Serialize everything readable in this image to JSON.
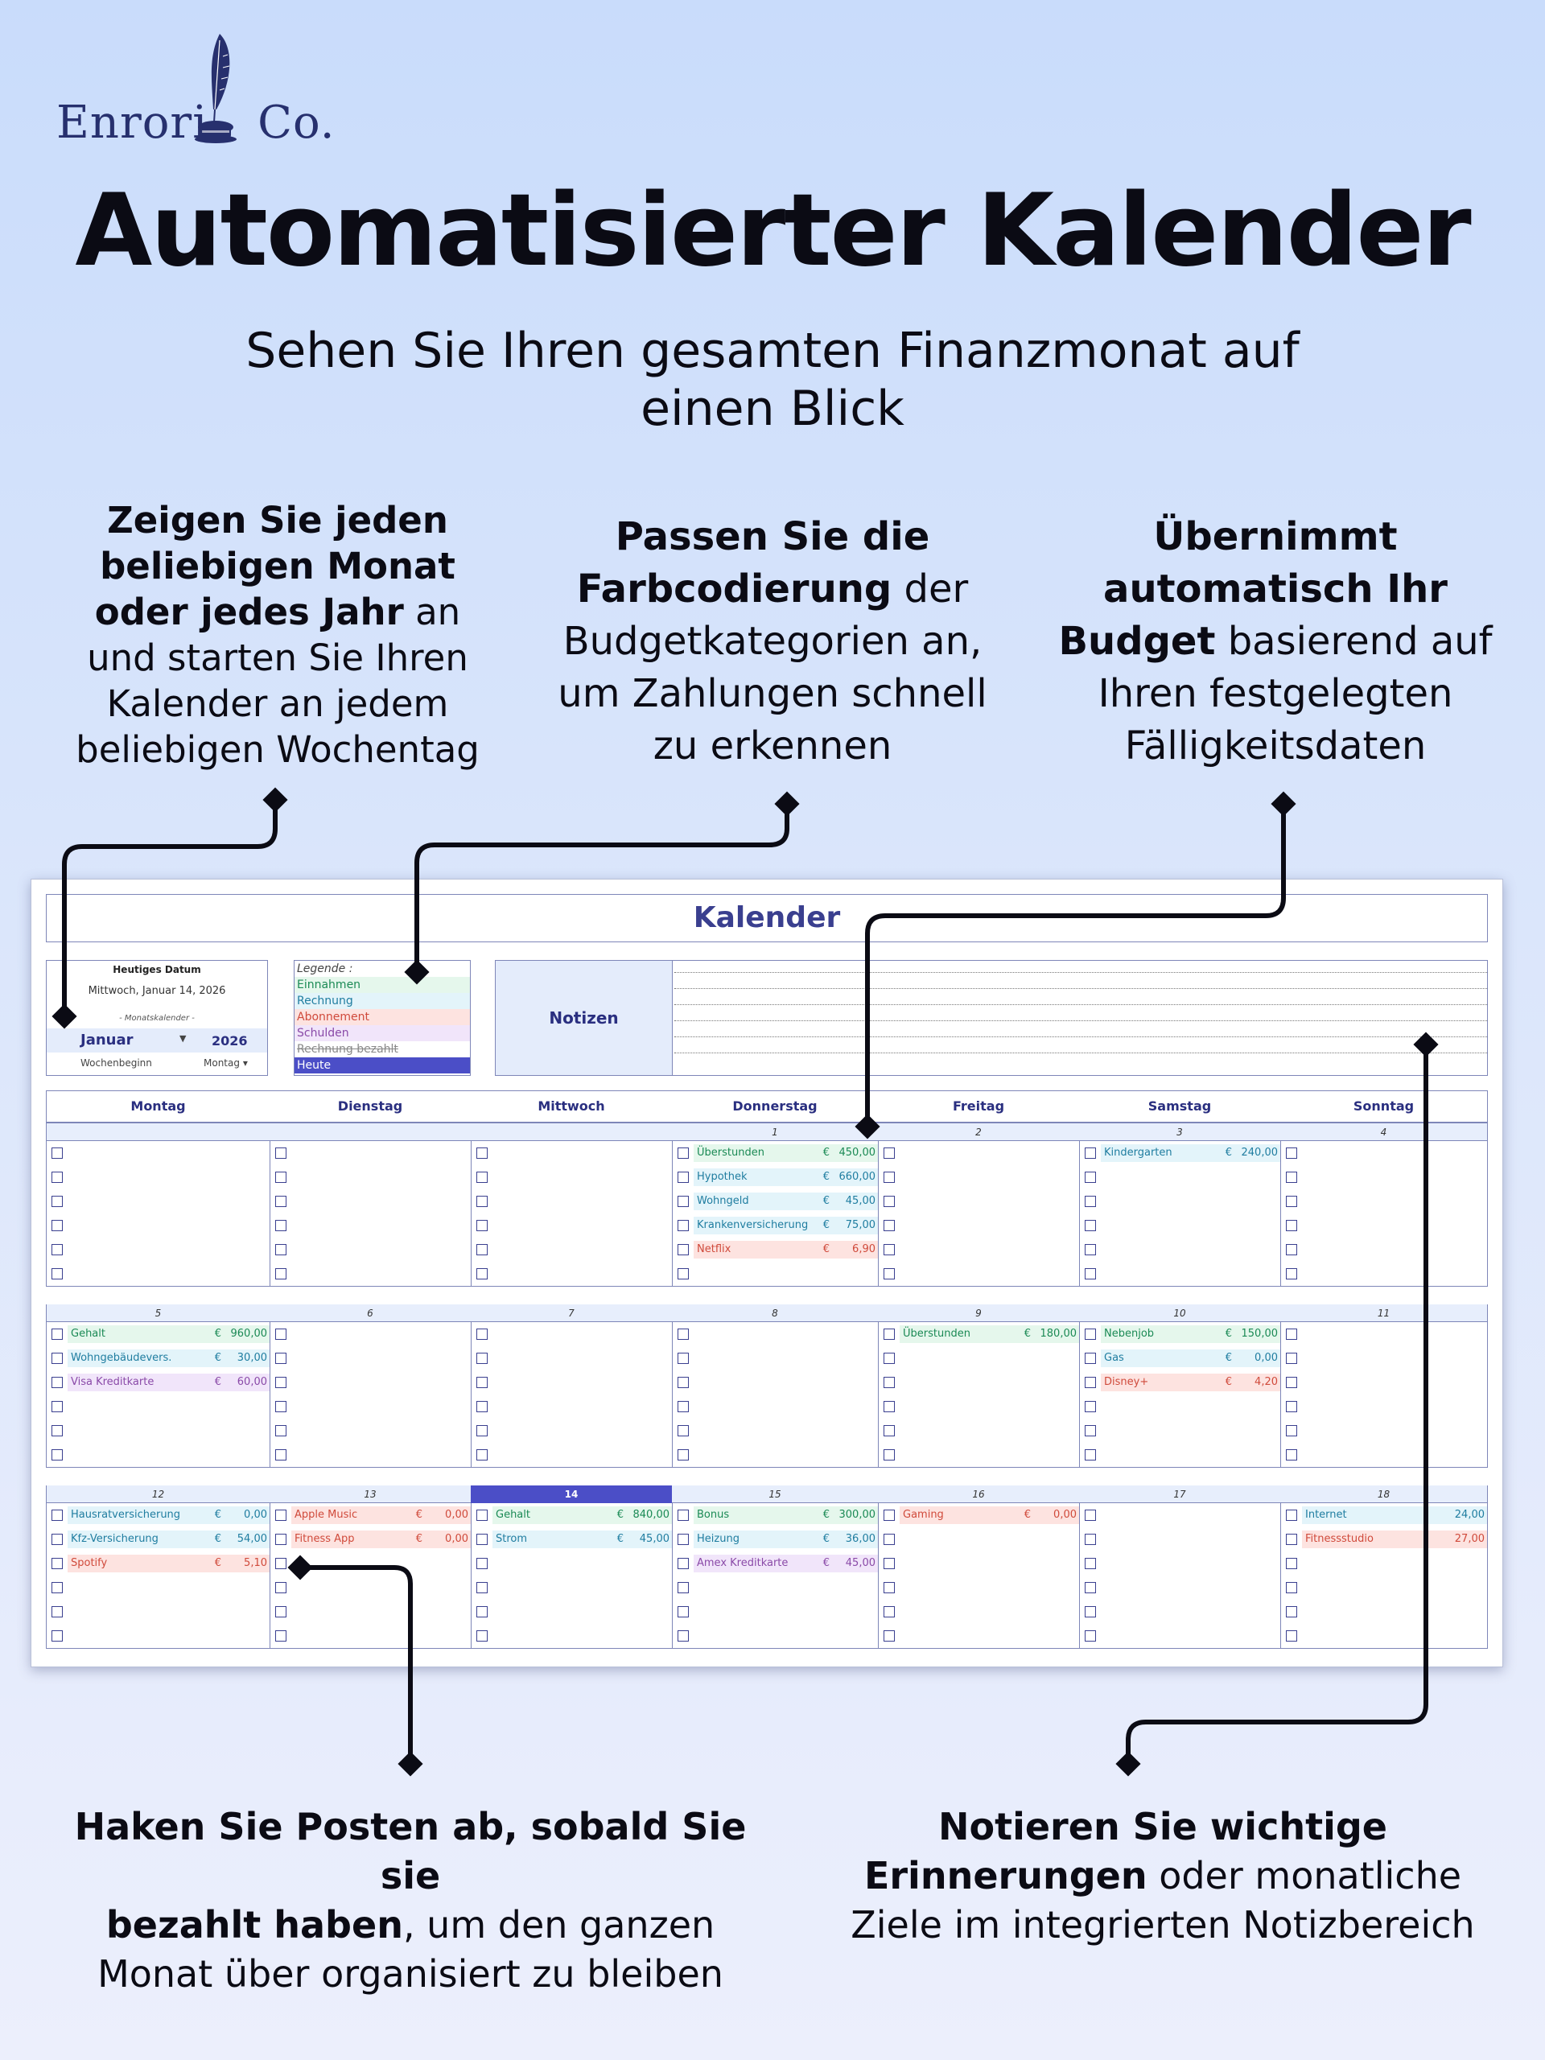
{
  "brand": {
    "name_left": "Enrori",
    "name_right": "Co.",
    "ink_color": "#27306e"
  },
  "hero": {
    "title": "Automatisierter Kalender",
    "subtitle_line1": "Sehen Sie Ihren gesamten Finanzmonat auf",
    "subtitle_line2": "einen Blick"
  },
  "callouts": {
    "top_left": {
      "bold1": "Zeigen Sie jeden",
      "bold2": "beliebigen Monat",
      "bold3": "oder jedes Jahr",
      "tail3": " an",
      "line4": "und starten Sie Ihren",
      "line5": "Kalender an jedem",
      "line6": "beliebigen Wochentag"
    },
    "top_center": {
      "bold1": "Passen Sie die",
      "bold2": "Farbcodierung",
      "tail2": " der",
      "line3": "Budgetkategorien an,",
      "line4": "um Zahlungen schnell",
      "line5": "zu erkennen"
    },
    "top_right": {
      "bold1": "Übernimmt",
      "bold2": "automatisch Ihr",
      "bold3": "Budget",
      "tail3": " basierend auf",
      "line4": "Ihren festgelegten",
      "line5": "Fälligkeitsdaten"
    },
    "bottom_left": {
      "bold1": "Haken Sie Posten ab, sobald Sie sie",
      "bold2": "bezahlt haben",
      "tail2": ", um den ganzen",
      "line3": "Monat über organisiert zu bleiben"
    },
    "bottom_right": {
      "bold1": "Notieren Sie wichtige",
      "bold2": "Erinnerungen",
      "tail2": " oder monatliche",
      "line3": "Ziele im integrierten Notizbereich"
    }
  },
  "sheet": {
    "title": "Kalender",
    "today": {
      "label": "Heutiges Datum",
      "value": "Mittwoch, Januar 14, 2026",
      "calendar_label": "- Monatskalender -",
      "month": "Januar",
      "year": "2026",
      "weekstart_label": "Wochenbeginn",
      "weekstart_value": "Montag"
    },
    "legend": {
      "title": "Legende :",
      "income": "Einnahmen",
      "bill": "Rechnung",
      "subscription": "Abonnement",
      "debt": "Schulden",
      "paid": "Rechnung bezahlt",
      "today": "Heute"
    },
    "notes_label": "Notizen",
    "days": [
      "Montag",
      "Dienstag",
      "Mittwoch",
      "Donnerstag",
      "Freitag",
      "Samstag",
      "Sonntag"
    ],
    "colors": {
      "accent": "#4b4ec7",
      "income": "#1b8a55",
      "bill": "#1f7da0",
      "subscription": "#d04a3b",
      "debt": "#8a4aa8"
    },
    "weeks": [
      {
        "dates": [
          "",
          "",
          "",
          "1",
          "2",
          "3",
          "4"
        ],
        "today_index": -1,
        "items": [
          [],
          [],
          [],
          [
            {
              "n": "Überstunden",
              "c": "€",
              "a": "450,00",
              "t": "inc"
            },
            {
              "n": "Hypothek",
              "c": "€",
              "a": "660,00",
              "t": "bill"
            },
            {
              "n": "Wohngeld",
              "c": "€",
              "a": "45,00",
              "t": "bill"
            },
            {
              "n": "Krankenversicherung",
              "c": "€",
              "a": "75,00",
              "t": "bill"
            },
            {
              "n": "Netflix",
              "c": "€",
              "a": "6,90",
              "t": "sub"
            }
          ],
          [],
          [
            {
              "n": "Kindergarten",
              "c": "€",
              "a": "240,00",
              "t": "bill"
            }
          ],
          []
        ]
      },
      {
        "dates": [
          "5",
          "6",
          "7",
          "8",
          "9",
          "10",
          "11"
        ],
        "today_index": -1,
        "items": [
          [
            {
              "n": "Gehalt",
              "c": "€",
              "a": "960,00",
              "t": "inc"
            },
            {
              "n": "Wohngebäudevers.",
              "c": "€",
              "a": "30,00",
              "t": "bill"
            },
            {
              "n": "Visa Kreditkarte",
              "c": "€",
              "a": "60,00",
              "t": "debt"
            }
          ],
          [],
          [],
          [],
          [
            {
              "n": "Überstunden",
              "c": "€",
              "a": "180,00",
              "t": "inc"
            }
          ],
          [
            {
              "n": "Nebenjob",
              "c": "€",
              "a": "150,00",
              "t": "inc"
            },
            {
              "n": "Gas",
              "c": "€",
              "a": "0,00",
              "t": "bill"
            },
            {
              "n": "Disney+",
              "c": "€",
              "a": "4,20",
              "t": "sub"
            }
          ],
          []
        ]
      },
      {
        "dates": [
          "12",
          "13",
          "14",
          "15",
          "16",
          "17",
          "18"
        ],
        "today_index": 2,
        "items": [
          [
            {
              "n": "Hausratversicherung",
              "c": "€",
              "a": "0,00",
              "t": "bill"
            },
            {
              "n": "Kfz-Versicherung",
              "c": "€",
              "a": "54,00",
              "t": "bill"
            },
            {
              "n": "Spotify",
              "c": "€",
              "a": "5,10",
              "t": "sub"
            }
          ],
          [
            {
              "n": "Apple Music",
              "c": "€",
              "a": "0,00",
              "t": "sub"
            },
            {
              "n": "Fitness App",
              "c": "€",
              "a": "0,00",
              "t": "sub"
            }
          ],
          [
            {
              "n": "Gehalt",
              "c": "€",
              "a": "840,00",
              "t": "inc"
            },
            {
              "n": "Strom",
              "c": "€",
              "a": "45,00",
              "t": "bill"
            }
          ],
          [
            {
              "n": "Bonus",
              "c": "€",
              "a": "300,00",
              "t": "inc"
            },
            {
              "n": "Heizung",
              "c": "€",
              "a": "36,00",
              "t": "bill"
            },
            {
              "n": "Amex Kreditkarte",
              "c": "€",
              "a": "45,00",
              "t": "debt"
            }
          ],
          [
            {
              "n": "Gaming",
              "c": "€",
              "a": "0,00",
              "t": "sub"
            }
          ],
          [],
          [
            {
              "n": "Internet",
              "c": "",
              "a": "24,00",
              "t": "bill"
            },
            {
              "n": "Fitnessstudio",
              "c": "",
              "a": "27,00",
              "t": "sub"
            }
          ]
        ]
      }
    ]
  }
}
